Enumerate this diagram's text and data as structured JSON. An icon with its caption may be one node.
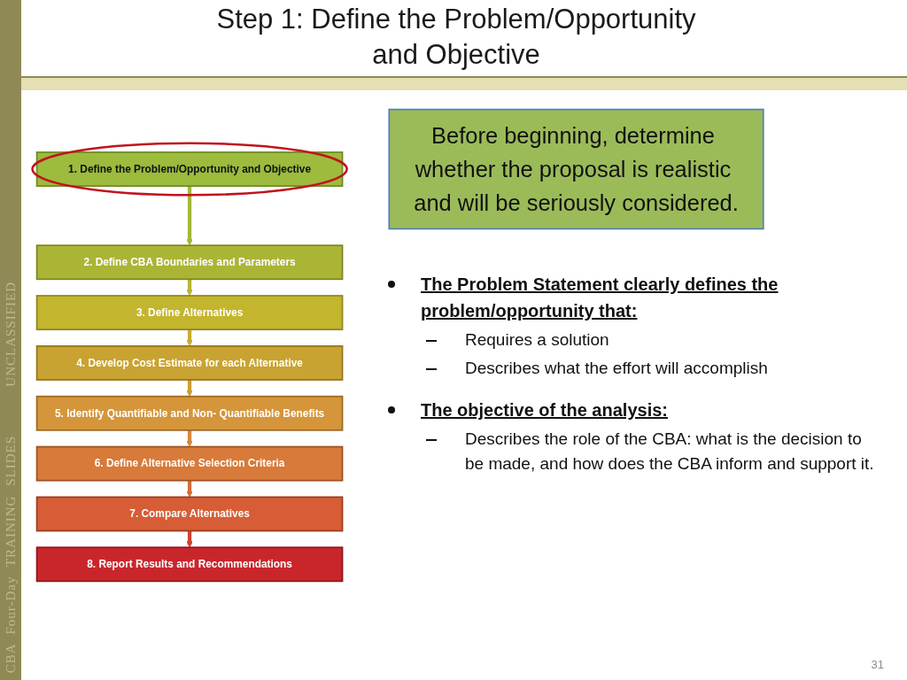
{
  "diagram": {
    "title": "Step 1: Define the Problem/Opportunity and Objective",
    "nodes": [
      {
        "text": [
          "1. Define the Problem/Opportunity and Objective"
        ]
      },
      {
        "text": [
          "2. Define CBA Boundaries and Parameters"
        ]
      },
      {
        "text": [
          "3. Define Alternatives"
        ]
      },
      {
        "text": [
          "4. Develop Cost Estimate for each Alternative"
        ]
      },
      {
        "text": [
          "5. Identify Quantifiable and Non- Quantifiable Benefits"
        ]
      },
      {
        "text": [
          "6. Define Alternative Selection Criteria"
        ]
      },
      {
        "text": [
          "7. Compare Alternatives"
        ]
      },
      {
        "text": [
          "8. Report Results and Recommendations"
        ]
      },
      {
        "text": [
          "Before beginning, determine whether the proposal is realistic and will be seriously considered."
        ]
      }
    ],
    "edges": [
      {
        "from": 0,
        "to": 1,
        "arrow": "to",
        "color": "#a3b838"
      },
      {
        "from": 1,
        "to": 2,
        "arrow": "to",
        "color": "#b8b632"
      },
      {
        "from": 2,
        "to": 3,
        "arrow": "to",
        "color": "#c6ad2f"
      },
      {
        "from": 3,
        "to": 4,
        "arrow": "to",
        "color": "#cf9c35"
      },
      {
        "from": 4,
        "to": 5,
        "arrow": "to",
        "color": "#d6883a"
      },
      {
        "from": 5,
        "to": 6,
        "arrow": "to",
        "color": "#d66c38"
      },
      {
        "from": 6,
        "to": 7,
        "arrow": "to",
        "color": "#cf4230"
      }
    ],
    "labels": [
      "The Problem Statement clearly defines the problem/opportunity that:",
      "Requires a solution",
      "Describes what the effort will accomplish",
      "The objective of the analysis:",
      "Describes the role of the CBA: what is the decision to be made, and how does the CBA inform and support it.",
      "CBA Four-Day TRAINING SLIDES",
      "UNCLASSIFIED",
      "31"
    ]
  }
}
